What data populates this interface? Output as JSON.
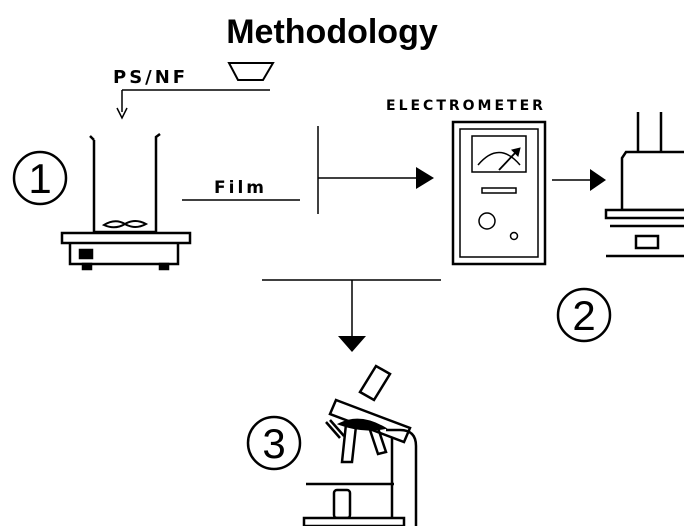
{
  "title": "Methodology",
  "labels": {
    "ps_nf": "PS/NF",
    "film": "Film",
    "electrometer": "ELECTROMETER"
  },
  "steps": [
    "1",
    "2",
    "3"
  ],
  "icons": [
    "bowl-icon",
    "beaker-on-stirrer-icon",
    "electrometer-icon",
    "plug-icon",
    "microscope-icon",
    "arrow-icon"
  ]
}
